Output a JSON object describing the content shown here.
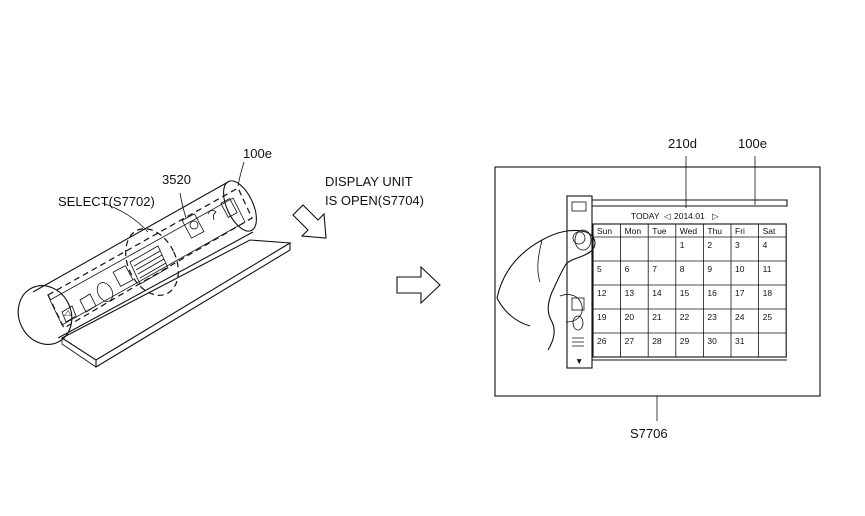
{
  "left": {
    "ref_device": "100e",
    "ref_region": "3520",
    "select_label": "SELECT(S7702)"
  },
  "transition": {
    "line1": "DISPLAY UNIT",
    "line2": "IS OPEN(S7704)"
  },
  "right": {
    "ref_content": "210d",
    "ref_device": "100e",
    "step_label": "S7706",
    "calendar": {
      "today_label": "TODAY",
      "prev_glyph": "◁",
      "next_glyph": "▷",
      "month": "2014.01",
      "days": [
        "Sun",
        "Mon",
        "Tue",
        "Wed",
        "Thu",
        "Fri",
        "Sat"
      ],
      "weeks": [
        [
          "",
          "",
          "",
          "1",
          "2",
          "3",
          "4"
        ],
        [
          "5",
          "6",
          "7",
          "8",
          "9",
          "10",
          "11"
        ],
        [
          "12",
          "13",
          "14",
          "15",
          "16",
          "17",
          "18"
        ],
        [
          "19",
          "20",
          "21",
          "22",
          "23",
          "24",
          "25"
        ],
        [
          "26",
          "27",
          "28",
          "29",
          "30",
          "31",
          ""
        ]
      ]
    }
  }
}
